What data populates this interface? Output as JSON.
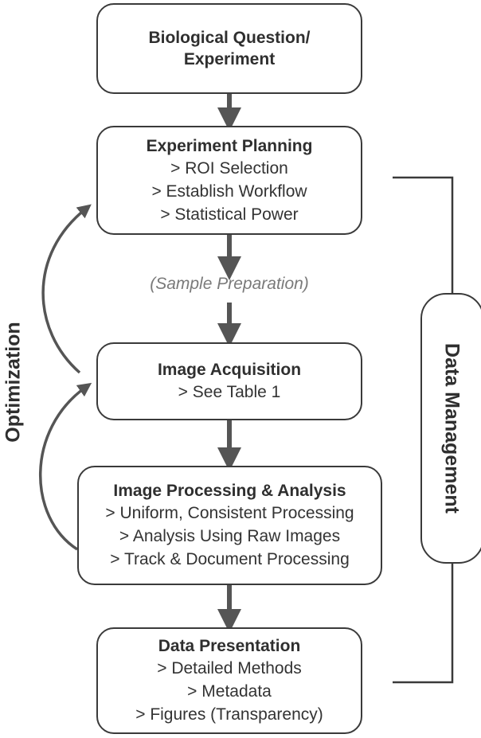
{
  "boxes": {
    "question": {
      "title": "Biological Question/\nExperiment",
      "items": []
    },
    "planning": {
      "title": "Experiment Planning",
      "items": [
        "> ROI Selection",
        "> Establish Workflow",
        "> Statistical Power"
      ]
    },
    "acquisition": {
      "title": "Image Acquisition",
      "items": [
        "> See Table 1"
      ]
    },
    "processing": {
      "title": "Image Processing & Analysis",
      "items": [
        "> Uniform, Consistent Processing",
        "> Analysis Using Raw Images",
        "> Track & Document Processing"
      ]
    },
    "presentation": {
      "title": "Data Presentation",
      "items": [
        "> Detailed Methods",
        "> Metadata",
        "> Figures (Transparency)"
      ]
    }
  },
  "step_label": "(Sample Preparation)",
  "side_labels": {
    "optimization": "Optimization",
    "data_management": "Data Management"
  },
  "colors": {
    "arrow": "#555555",
    "border": "#3a3a3a",
    "step_text": "#7a7a7a"
  }
}
